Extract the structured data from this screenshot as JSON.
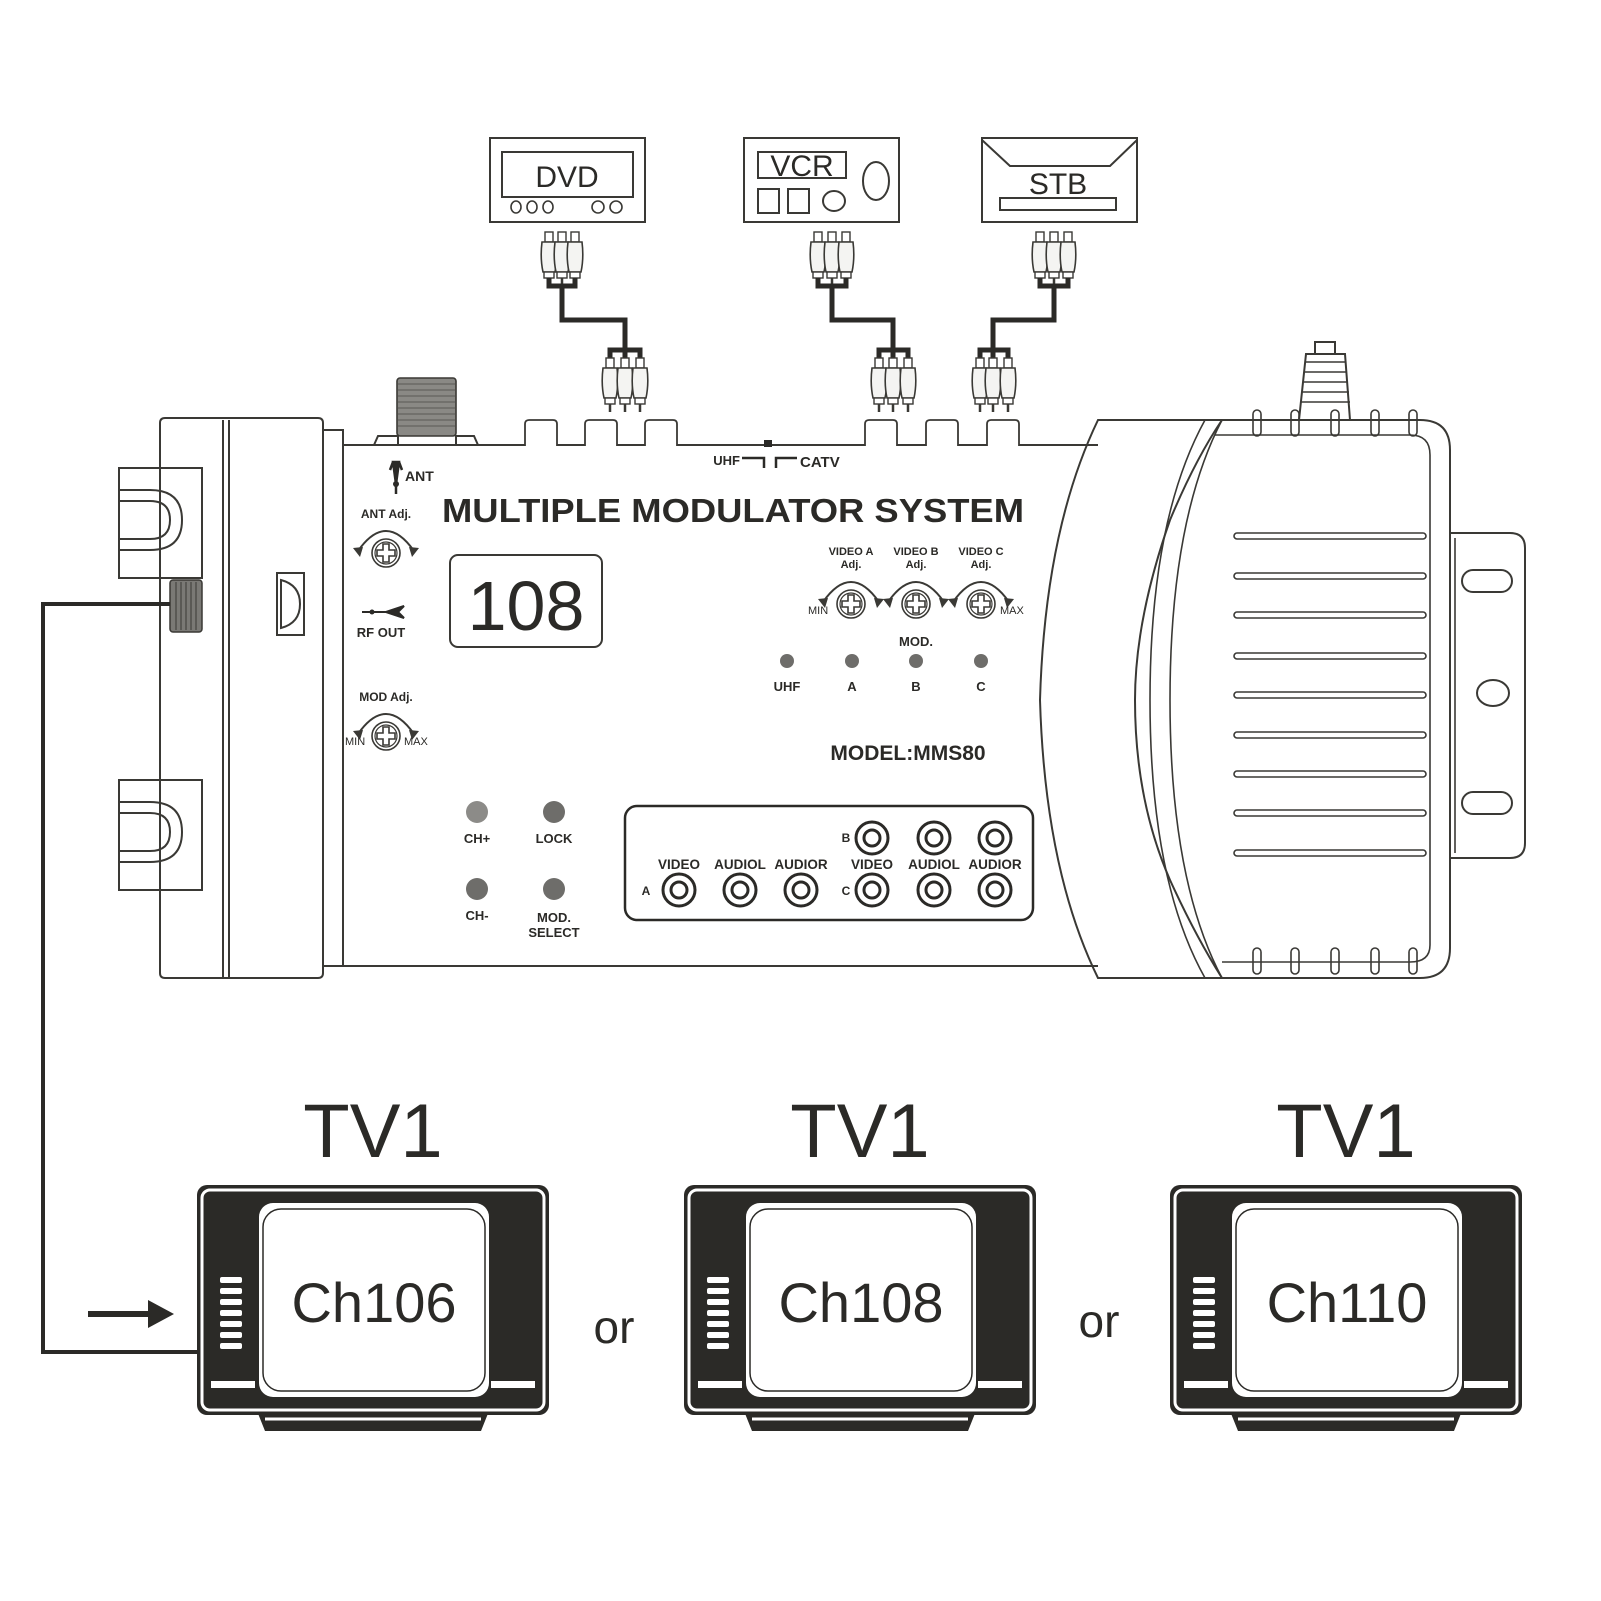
{
  "diagram": {
    "title": "MULTIPLE MODULATOR SYSTEM",
    "model": "MODEL:MMS80",
    "display_value": "108",
    "colors": {
      "ink": "#2b2a27",
      "led": "#6e6d6a",
      "led_light": "#8c8b88",
      "background": "#ffffff"
    }
  },
  "sources": [
    {
      "label": "DVD",
      "icon": "dvd-player-icon"
    },
    {
      "label": "VCR",
      "icon": "vcr-icon"
    },
    {
      "label": "STB",
      "icon": "set-top-box-icon"
    }
  ],
  "panel": {
    "ant": "ANT",
    "ant_adj": "ANT Adj.",
    "rf_out": "RF OUT",
    "mod_adj": "MOD Adj.",
    "min": "MIN",
    "max": "MAX",
    "switch_uhf": "UHF",
    "switch_catv": "CATV",
    "video_adj": [
      {
        "line1": "VIDEO A",
        "line2": "Adj."
      },
      {
        "line1": "VIDEO B",
        "line2": "Adj."
      },
      {
        "line1": "VIDEO C",
        "line2": "Adj."
      }
    ],
    "mod_label": "MOD.",
    "leds": [
      "UHF",
      "A",
      "B",
      "C"
    ],
    "buttons": [
      {
        "label": "CH+"
      },
      {
        "label": "LOCK"
      },
      {
        "label": "CH-"
      },
      {
        "label": "MOD.",
        "label2": "SELECT"
      }
    ],
    "jacks": {
      "headers_left": [
        "VIDEO",
        "AUDIOL",
        "AUDIOR"
      ],
      "headers_right": [
        "VIDEO",
        "AUDIOL",
        "AUDIOR"
      ],
      "row_a": "A",
      "row_b": "B",
      "row_c": "C"
    }
  },
  "tvs": [
    {
      "title": "TV1",
      "channel": "Ch106"
    },
    {
      "title": "TV1",
      "channel": "Ch108"
    },
    {
      "title": "TV1",
      "channel": "Ch110"
    }
  ],
  "separators": [
    "or",
    "or"
  ]
}
